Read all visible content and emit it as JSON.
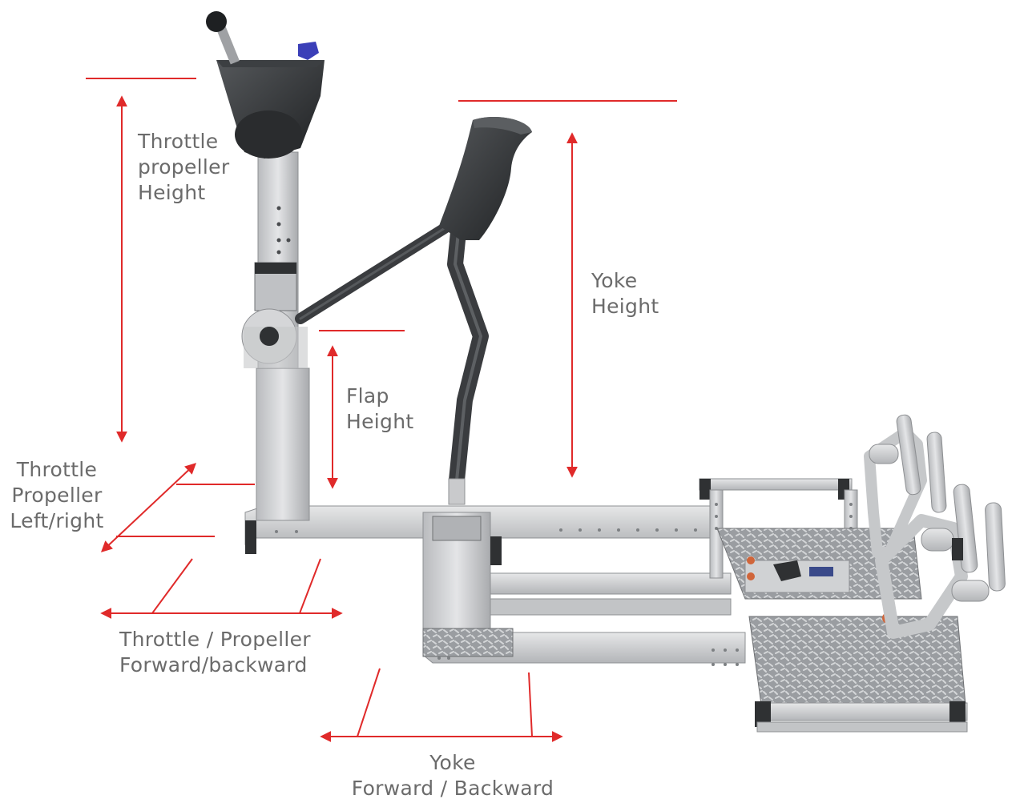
{
  "colors": {
    "dimension_line": "#e02a2a",
    "label_text": "#6b6b6b",
    "frame_metal": "#c9cacc",
    "frame_shadow": "#9fa1a4",
    "dark_part": "#2f3133",
    "tread_plate": "#8f9296"
  },
  "labels": {
    "throttle_height": [
      "Throttle",
      "propeller",
      "Height"
    ],
    "yoke_height": [
      "Yoke",
      "Height"
    ],
    "flap_height": [
      "Flap",
      "Height"
    ],
    "throttle_lr": [
      "Throttle",
      "Propeller",
      "Left/right"
    ],
    "throttle_fb": [
      "Throttle / Propeller",
      "Forward/backward"
    ],
    "yoke_fb": [
      "Yoke",
      "Forward / Backward"
    ]
  }
}
